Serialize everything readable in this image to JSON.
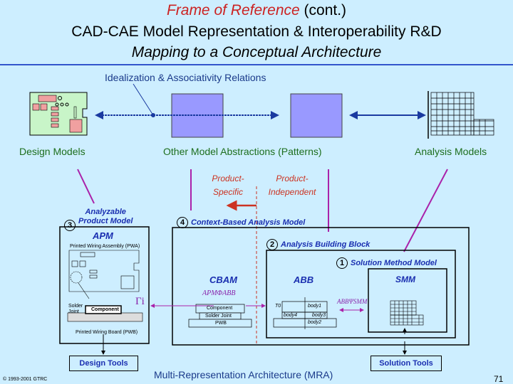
{
  "title": {
    "line1_red": "Frame of Reference",
    "line1_black": "(cont.)",
    "line2": "CAD-CAE Model Representation & Interoperability R&D",
    "line3": "Mapping to a Conceptual Architecture"
  },
  "top": {
    "relations_label": "Idealization & Associativity Relations",
    "design_models": "Design Models",
    "other_models": "Other Model Abstractions (Patterns)",
    "analysis_models": "Analysis Models",
    "product_specific": [
      "Product-",
      "Specific"
    ],
    "product_independent": [
      "Product-",
      "Independent"
    ]
  },
  "apm": {
    "number": "3",
    "heading": [
      "Analyzable",
      "Product Model"
    ],
    "label": "APM",
    "pwa": "Printed Wiring Assembly (PWA)",
    "solder_joint": [
      "Solder",
      "Joint"
    ],
    "component": "Component",
    "pwb": "Printed Wiring Board (PWB)"
  },
  "cbam": {
    "number": "4",
    "heading": "Context-Based Analysis Model",
    "label": "CBAM",
    "phi": "APMΦABB",
    "gamma": "Γi",
    "stack": [
      "Component",
      "Solder Joint",
      "PWB"
    ]
  },
  "abb": {
    "number": "2",
    "heading": "Analysis Building Block",
    "label": "ABB",
    "psi": "ABBΨSMM",
    "bodies": [
      "T0",
      "body1",
      "body4",
      "body3",
      "body2"
    ]
  },
  "smm": {
    "number": "1",
    "heading": "Solution Method Model",
    "label": "SMM"
  },
  "footer": {
    "design_tools": "Design Tools",
    "solution_tools": "Solution Tools",
    "mra": "Multi-Representation Architecture (MRA)",
    "copyright": "© 1993-2001 GTRC",
    "page": "71"
  },
  "colors": {
    "background": "#cdeeff",
    "accent_blue": "#1a2fb0",
    "magenta": "#aa22aa",
    "red": "#cc3322",
    "pattern_box": "#9999ff"
  }
}
